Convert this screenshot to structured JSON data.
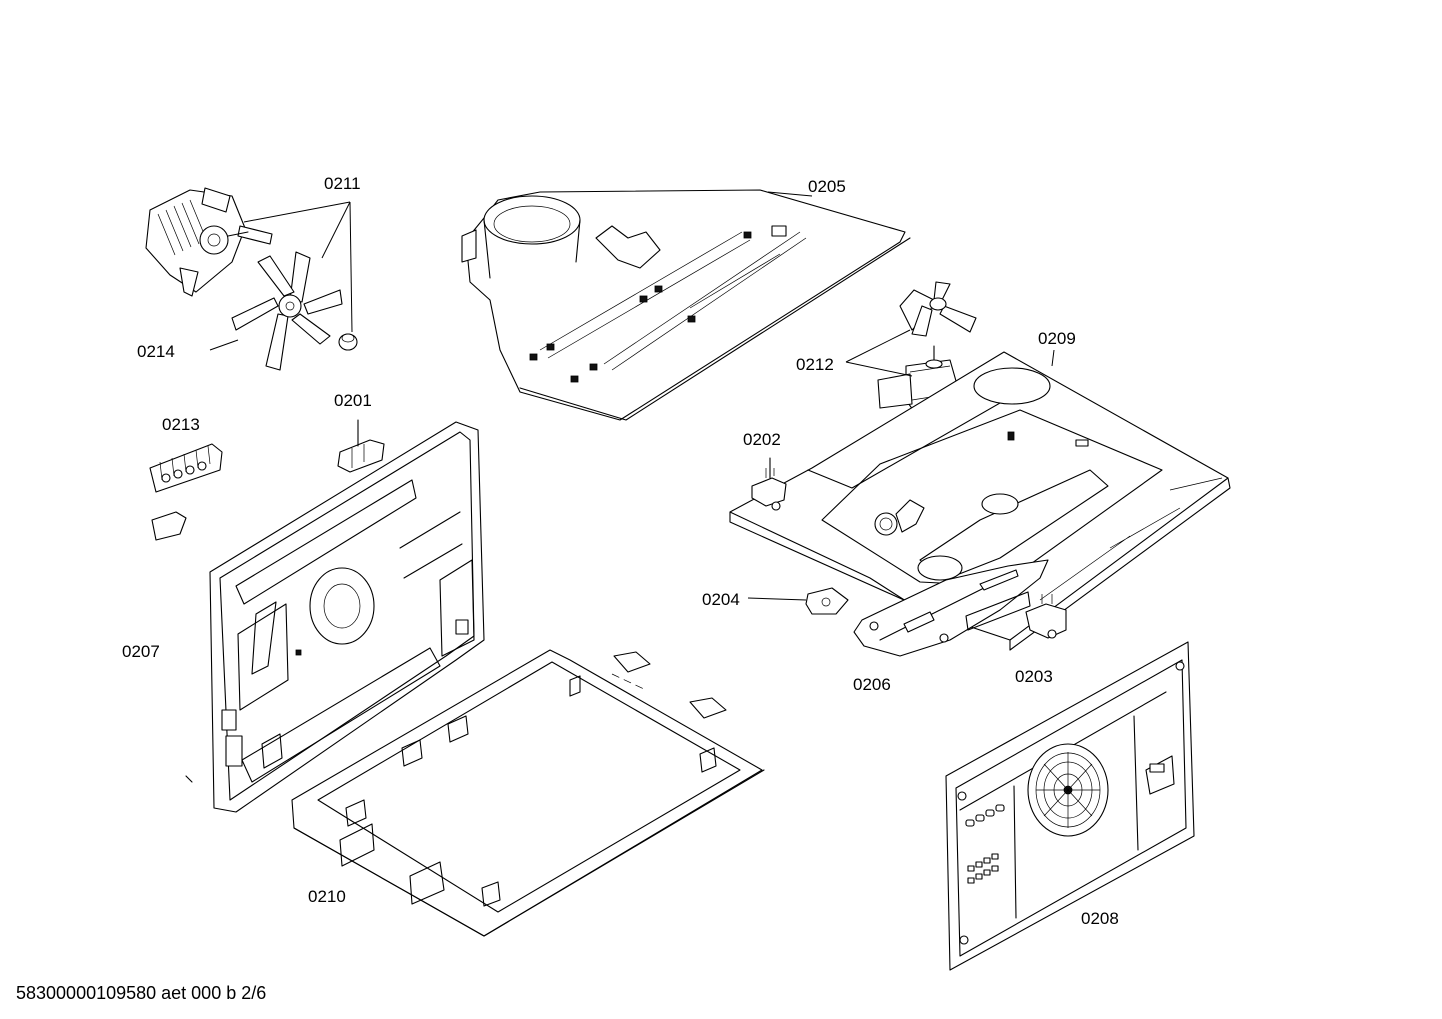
{
  "labels": {
    "p0201": "0201",
    "p0202": "0202",
    "p0203": "0203",
    "p0204": "0204",
    "p0205": "0205",
    "p0206": "0206",
    "p0207": "0207",
    "p0208": "0208",
    "p0209": "0209",
    "p0210": "0210",
    "p0211": "0211",
    "p0212": "0212",
    "p0213": "0213",
    "p0214": "0214"
  },
  "footer": "58300000109580 aet 000 b 2/6"
}
